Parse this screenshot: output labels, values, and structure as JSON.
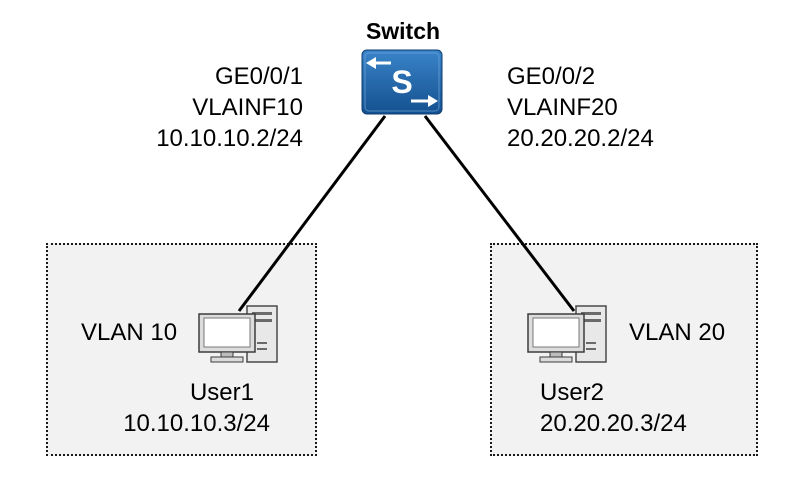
{
  "switch": {
    "title": "Switch",
    "icon": "switch-icon",
    "color": "#1f63a8"
  },
  "ports": [
    {
      "interface": "GE0/0/1",
      "vlanif": "VLAINF10",
      "ip": "10.10.10.2/24"
    },
    {
      "interface": "GE0/0/2",
      "vlanif": "VLAINF20",
      "ip": "20.20.20.2/24"
    }
  ],
  "vlans": [
    {
      "label": "VLAN 10",
      "user": "User1",
      "ip": "10.10.10.3/24",
      "icon": "pc-icon"
    },
    {
      "label": "VLAN 20",
      "user": "User2",
      "ip": "20.20.20.3/24",
      "icon": "pc-icon"
    }
  ],
  "colors": {
    "vlan_fill": "#f2f2f2",
    "link": "#000000"
  }
}
